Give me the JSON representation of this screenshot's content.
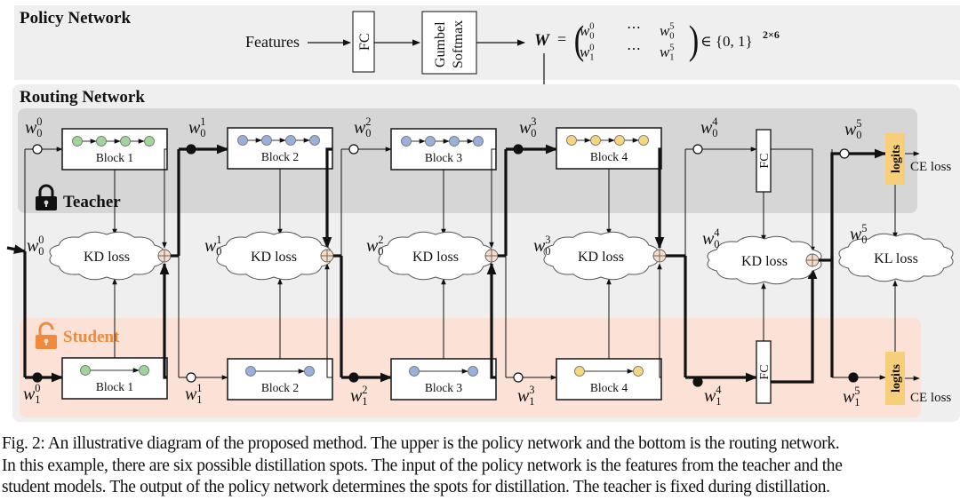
{
  "policy_network": {
    "title": "Policy Network",
    "input_label": "Features",
    "fc_label": "FC",
    "gumbel_label_line1": "Gumbel",
    "gumbel_label_line2": "Softmax",
    "output_matrix": {
      "symbol": "W",
      "row0": [
        "w_0^0",
        "...",
        "w_0^5"
      ],
      "row1": [
        "w_1^0",
        "...",
        "w_1^5"
      ],
      "domain": "∈ {0, 1}",
      "domain_exponent": "2×6"
    }
  },
  "routing_network": {
    "title": "Routing Network",
    "teacher_label": "Teacher",
    "student_label": "Student",
    "colors": {
      "policy_bg": "#efefef",
      "routing_bg": "#efefef",
      "teacher_bg": "#d6d6d6",
      "student_bg": "#fbe1d6",
      "student_text": "#ef8a3c",
      "green_node": "#9fd49a",
      "blue_node": "#9ab0dc",
      "yellow_node": "#f7d47e",
      "logits_fill": "#f7cf7a",
      "sum_node_fill": "#f8dcc6"
    },
    "spots": [
      {
        "index": 0,
        "teacher_weight": "w_0^0",
        "student_weight": "w_1^0",
        "teacher_block": "Block 1",
        "student_block": "Block 1",
        "loss": "KD loss",
        "teacher_active": false,
        "student_active": true,
        "node_color": "green"
      },
      {
        "index": 1,
        "teacher_weight": "w_0^1",
        "student_weight": "w_1^1",
        "teacher_block": "Block 2",
        "student_block": "Block 2",
        "loss": "KD loss",
        "teacher_active": true,
        "student_active": false,
        "node_color": "blue"
      },
      {
        "index": 2,
        "teacher_weight": "w_0^2",
        "student_weight": "w_1^2",
        "teacher_block": "Block 3",
        "student_block": "Block 3",
        "loss": "KD loss",
        "teacher_active": false,
        "student_active": true,
        "node_color": "blue"
      },
      {
        "index": 3,
        "teacher_weight": "w_0^3",
        "student_weight": "w_1^3",
        "teacher_block": "Block 4",
        "student_block": "Block 4",
        "loss": "KD loss",
        "teacher_active": true,
        "student_active": false,
        "node_color": "yellow"
      },
      {
        "index": 4,
        "teacher_weight": "w_0^4",
        "student_weight": "w_1^4",
        "teacher_block": "FC",
        "student_block": "FC",
        "loss": "KD loss",
        "teacher_active": false,
        "student_active": true
      },
      {
        "index": 5,
        "teacher_weight": "w_0^5",
        "student_weight": "w_1^5",
        "teacher_block": "logits",
        "student_block": "logits",
        "loss": "KL loss",
        "teacher_active": false,
        "student_active": true,
        "output_loss": "CE loss"
      }
    ]
  },
  "caption": {
    "lines": [
      "Fig. 2: An illustrative diagram of the proposed method. The upper is the policy network and the bottom is the routing network.",
      "In this example, there are six possible distillation spots. The input of the policy network is the features from the teacher and the",
      "student models. The output of the policy network determines the spots for distillation. The teacher is fixed during distillation."
    ]
  }
}
